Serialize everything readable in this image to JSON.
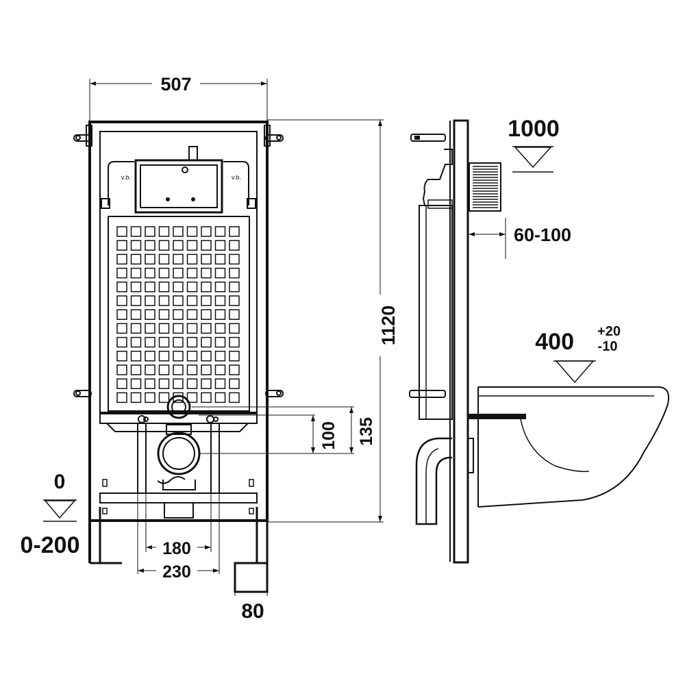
{
  "front_view": {
    "width_label": "507",
    "height_label": "1120",
    "dim_100": "100",
    "dim_135": "135",
    "dim_180": "180",
    "dim_230": "230",
    "dim_80": "80",
    "floor_level": "0",
    "foot_range": "0-200",
    "logo_left": "v.b.",
    "logo_right": "v.b."
  },
  "side_view": {
    "button_height": "1000",
    "wall_depth": "60-100",
    "seat_height": "400",
    "seat_tol_plus": "+20",
    "seat_tol_minus": "-10"
  }
}
